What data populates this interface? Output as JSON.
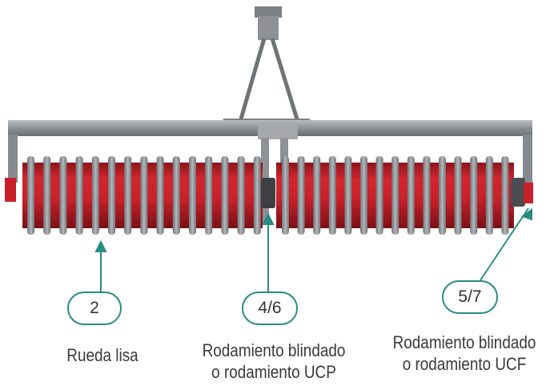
{
  "colors": {
    "frame": "#8e9196",
    "frame_dark": "#5d6066",
    "roller_red": "#c8202a",
    "roller_red_dark": "#8d141b",
    "disc_grey": "#9a9da2",
    "callout": "#2a8c83"
  },
  "callouts": [
    {
      "number": "2",
      "caption_line1": "Rueda lisa",
      "caption_line2": ""
    },
    {
      "number": "4/6",
      "caption_line1": "Rodamiento blindado",
      "caption_line2": "o rodamiento UCP"
    },
    {
      "number": "5/7",
      "caption_line1": "Rodamiento blindado",
      "caption_line2": "o rodamiento UCF"
    }
  ]
}
